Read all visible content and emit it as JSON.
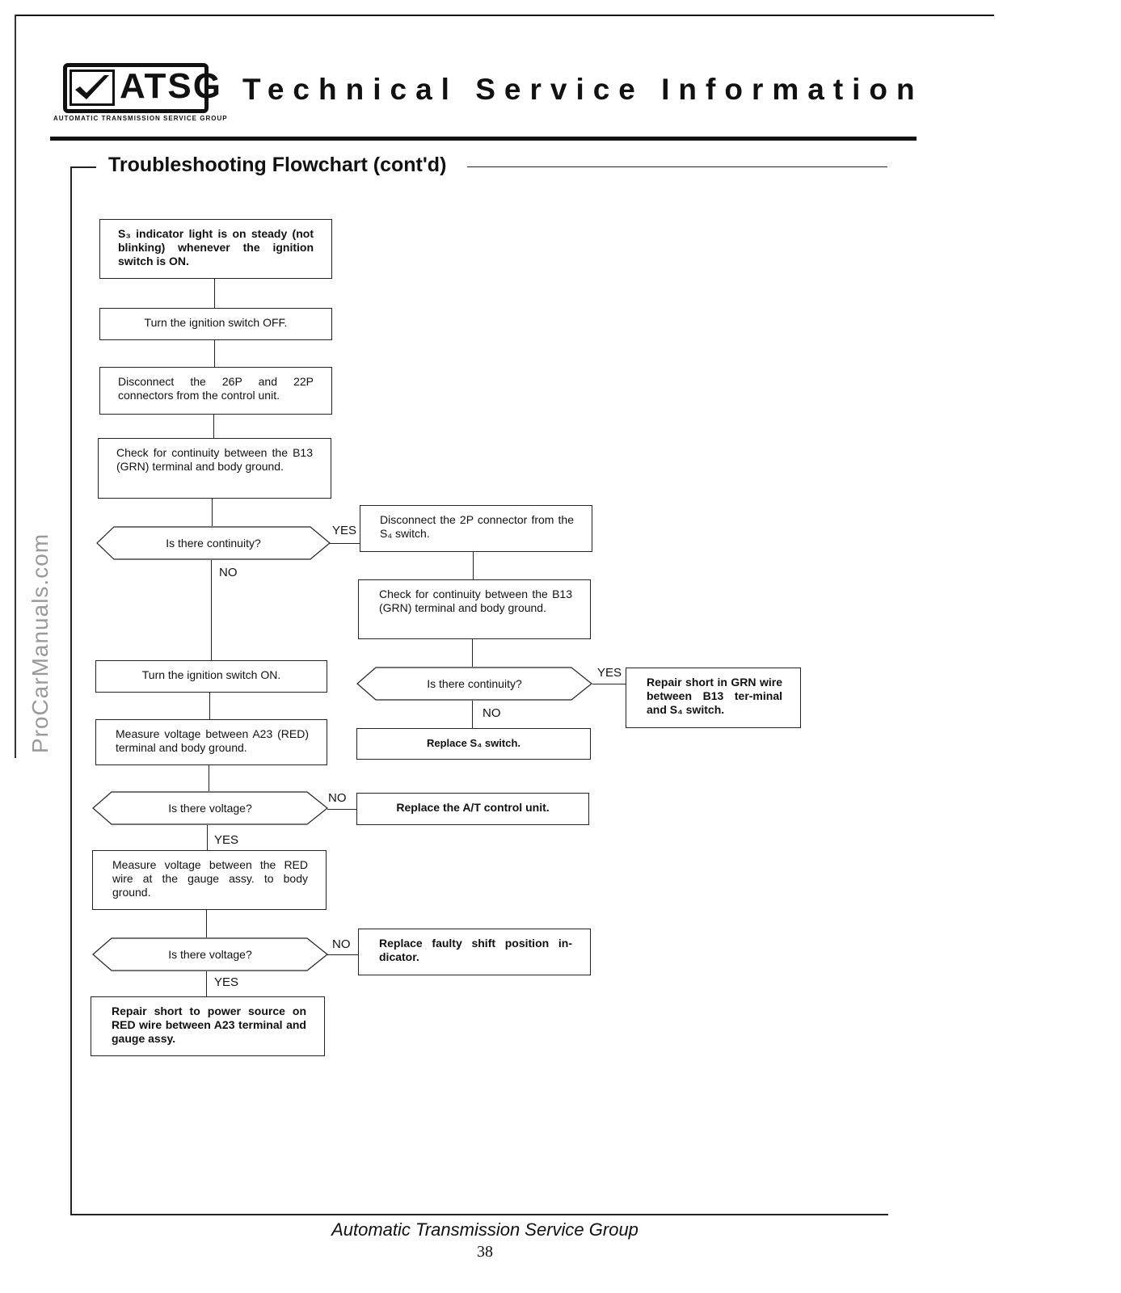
{
  "header": {
    "logo_text": "ATSG",
    "logo_subtext": "AUTOMATIC TRANSMISSION SERVICE GROUP",
    "title": "Technical Service Information"
  },
  "section": {
    "title": "Troubleshooting Flowchart (cont'd)"
  },
  "watermark": "ProCarManuals.com",
  "flow": {
    "b1": "S₃ indicator light is on steady (not blinking) whenever the ignition switch is ON.",
    "b2": "Turn the ignition switch OFF.",
    "b3": "Disconnect the 26P and 22P connectors from the control unit.",
    "b4": "Check for continuity between the B13 (GRN) terminal and body ground.",
    "d1": "Is there continuity?",
    "d1_yes": "YES",
    "d1_no": "NO",
    "r1": "Disconnect the 2P connector from the S₄ switch.",
    "r2": "Check for continuity between the B13 (GRN) terminal and body ground.",
    "d2": "Is there continuity?",
    "d2_yes": "YES",
    "d2_no": "NO",
    "r3": "Repair short in GRN wire between B13 ter-minal and S₄ switch.",
    "r4": "Replace S₄ switch.",
    "b5": "Turn the ignition switch ON.",
    "b6": "Measure voltage between A23 (RED) terminal and body ground.",
    "d3": "Is there voltage?",
    "d3_no": "NO",
    "d3_yes": "YES",
    "r5": "Replace the A/T control unit.",
    "b7": "Measure voltage between the RED wire at the gauge assy. to body ground.",
    "d4": "Is there voltage?",
    "d4_no": "NO",
    "d4_yes": "YES",
    "r6": "Replace faulty shift position in-dicator.",
    "b8": "Repair short to power source on RED wire between A23 terminal and gauge assy."
  },
  "footer": {
    "org": "Automatic Transmission Service Group",
    "page": "38"
  }
}
